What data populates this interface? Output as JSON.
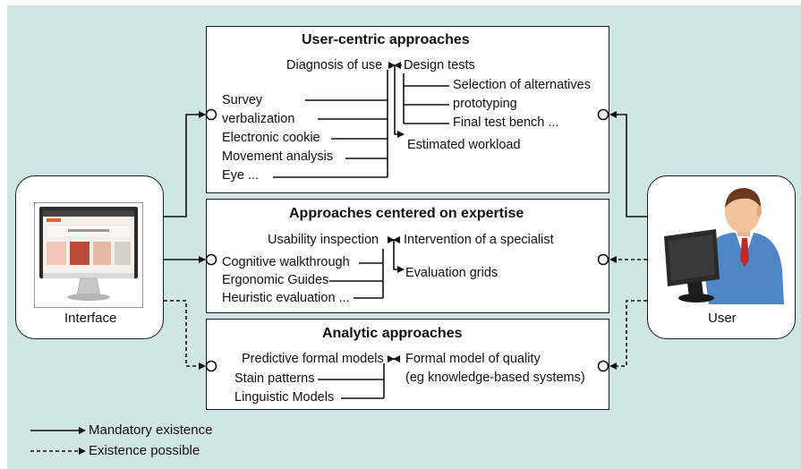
{
  "colors": {
    "background": "#cfe6e2",
    "box": "#ffffff",
    "line": "#111111",
    "screen_accent": "#e8622a"
  },
  "interface": {
    "label": "Interface",
    "icon": "monitor-icon"
  },
  "user": {
    "label": "User",
    "icon": "user-at-computer-icon"
  },
  "panels": {
    "user_centric": {
      "title": "User-centric approaches",
      "diagnosis": "Diagnosis of use",
      "design_tests": "Design tests",
      "selection": "Selection of alternatives",
      "prototyping": "prototyping",
      "final_test": "Final test bench ...",
      "workload": "Estimated workload",
      "survey": "Survey",
      "verbalization": "verbalization",
      "cookie": "Electronic cookie",
      "movement": "Movement analysis",
      "eye": "Eye ..."
    },
    "expertise": {
      "title": "Approaches centered on expertise",
      "usability": "Usability inspection",
      "specialist": "Intervention of a specialist",
      "grids": "Evaluation grids",
      "cognitive": "Cognitive walkthrough",
      "ergonomic": "Ergonomic Guides",
      "heuristic": "Heuristic evaluation ..."
    },
    "analytic": {
      "title": "Analytic approaches",
      "predictive": "Predictive formal models",
      "formal_quality": "Formal model of quality",
      "knowledge": "(eg knowledge-based systems)",
      "stain": "Stain patterns",
      "linguistic": "Linguistic Models"
    }
  },
  "legend": {
    "mandatory": "Mandatory existence",
    "possible": "Existence possible"
  }
}
